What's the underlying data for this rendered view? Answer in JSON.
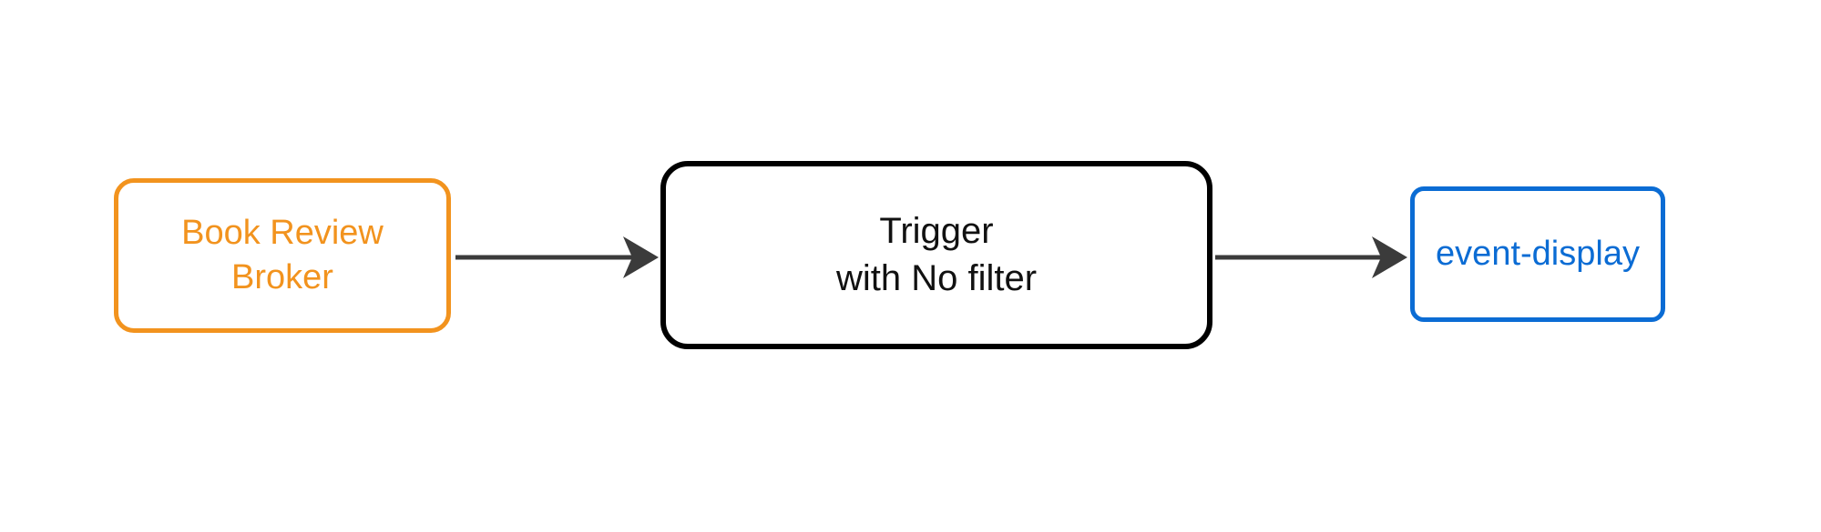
{
  "diagram": {
    "type": "flow",
    "background_color": "#ffffff",
    "nodes": [
      {
        "id": "source",
        "label": "Book Review\nBroker",
        "role": "broker",
        "shape": "rounded-rectangle",
        "border_color": "#f2931e",
        "text_color": "#f2931e",
        "fill_color": "#ffffff"
      },
      {
        "id": "trigger",
        "label": "Trigger\nwith No filter",
        "role": "trigger",
        "shape": "rounded-rectangle",
        "border_color": "#000000",
        "text_color": "#111111",
        "fill_color": "#ffffff"
      },
      {
        "id": "sink",
        "label": "event-display",
        "role": "sink-service",
        "shape": "rounded-rectangle",
        "border_color": "#0b6cd4",
        "text_color": "#0b6cd4",
        "fill_color": "#ffffff"
      }
    ],
    "edges": [
      {
        "id": "edge-source-to-trigger",
        "from": "source",
        "to": "trigger",
        "label": "",
        "color": "#3b3b3b",
        "arrowhead": "filled-triangle"
      },
      {
        "id": "edge-trigger-to-sink",
        "from": "trigger",
        "to": "sink",
        "label": "",
        "color": "#3b3b3b",
        "arrowhead": "filled-triangle"
      }
    ]
  }
}
